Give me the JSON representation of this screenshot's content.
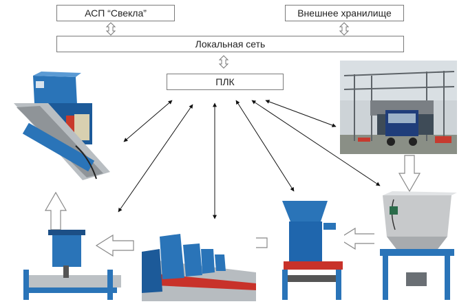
{
  "labels": {
    "asp": "АСП “Свекла”",
    "external_storage": "Внешнее хранилище",
    "local_network": "Локальная сеть",
    "plc": "ПЛК"
  },
  "colors": {
    "box_border": "#7a7a7a",
    "machine_blue": "#2a74b8",
    "dark_blue": "#1c4f86",
    "steel": "#a9aeb2",
    "red_belt": "#c8322a"
  },
  "icons": [
    "double-arrow-icon",
    "block-arrow-icon"
  ]
}
